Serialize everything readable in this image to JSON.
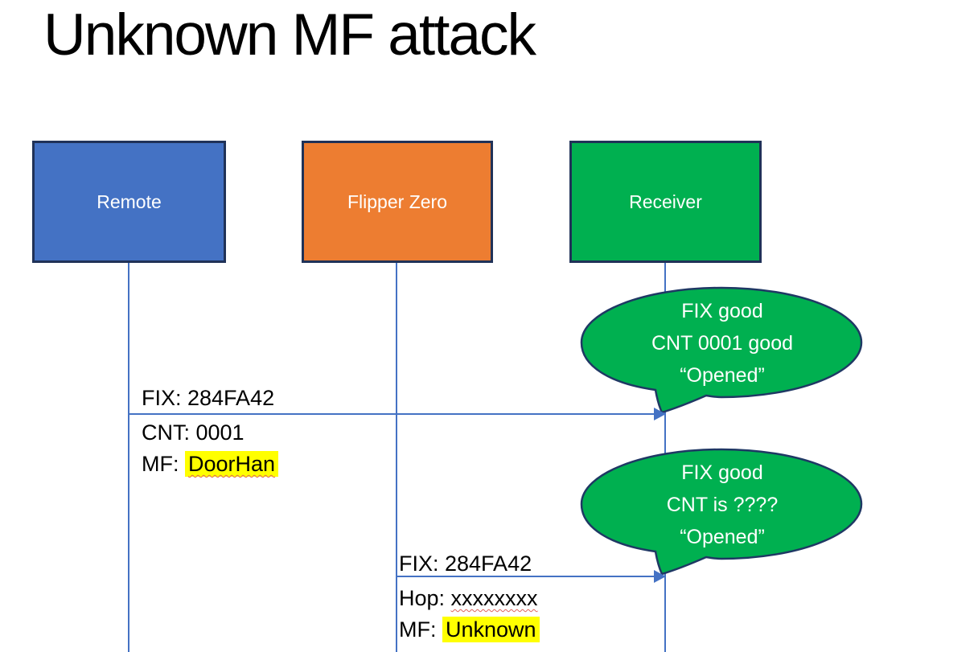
{
  "title": "Unknown MF attack",
  "actors": [
    {
      "name": "Remote",
      "color": "#4472C4"
    },
    {
      "name": "Flipper Zero",
      "color": "#ED7D31"
    },
    {
      "name": "Receiver",
      "color": "#00B050"
    }
  ],
  "messages": [
    {
      "from": "Remote",
      "to": "Receiver",
      "line_above": "FIX: 284FA42",
      "line2": "CNT: 0001",
      "line3_prefix": "MF: ",
      "line3_value": "DoorHan"
    },
    {
      "from": "Flipper Zero",
      "to": "Receiver",
      "line_above": "FIX: 284FA42",
      "line2_prefix": "Hop: ",
      "line2_value": "xxxxxxxx",
      "line3_prefix": "MF: ",
      "line3_value": "Unknown"
    }
  ],
  "bubbles": [
    {
      "line1": "FIX good",
      "line2": "CNT 0001 good",
      "line3": "“Opened”"
    },
    {
      "line1": "FIX good",
      "line2": "CNT is ????",
      "line3": "“Opened”"
    }
  ],
  "colors": {
    "box_blue": "#4472C4",
    "box_orange": "#ED7D31",
    "box_green": "#00B050",
    "border_navy": "#203258",
    "bubble_green": "#00B050",
    "bubble_border": "#1F3864",
    "line_blue": "#4472C4",
    "highlight_yellow": "#FFFF00",
    "squiggle_red": "#E0635A",
    "text_black": "#000000",
    "text_white": "#FFFFFF"
  }
}
